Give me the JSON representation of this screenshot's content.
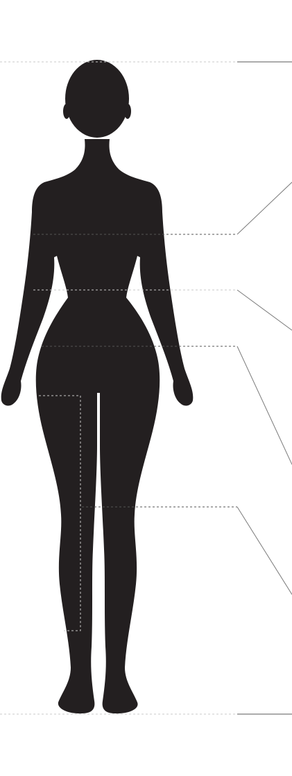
{
  "diagram": {
    "subject": "female-body-silhouette",
    "measurement_lines": [
      "height",
      "bust",
      "waist",
      "hips",
      "inseam",
      "thigh"
    ],
    "colors": {
      "silhouette": "#231f20",
      "guide_line": "#555555",
      "faint_guide": "#c8c8c8",
      "connector": "#7a7a7a",
      "background": "#ffffff"
    }
  }
}
